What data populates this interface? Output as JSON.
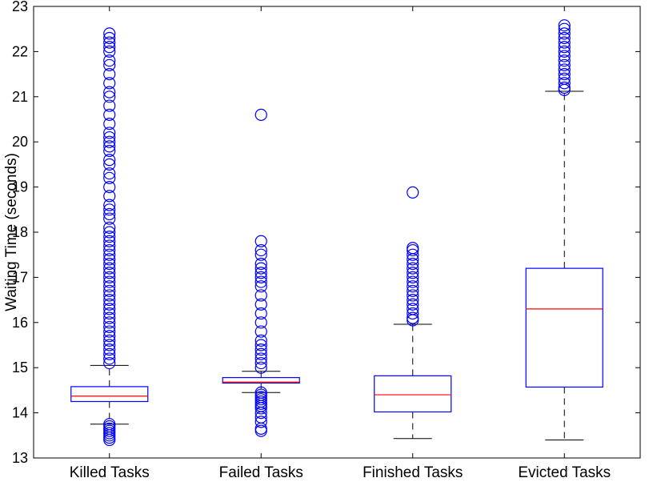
{
  "chart_data": {
    "type": "box",
    "title": "",
    "xlabel": "",
    "ylabel": "Waiting Time (seconds)",
    "ylim": [
      13,
      23
    ],
    "yticks": [
      13,
      14,
      15,
      16,
      17,
      18,
      19,
      20,
      21,
      22,
      23
    ],
    "grid": false,
    "colors": {
      "box": "#0000ff",
      "median": "#ff0000",
      "whisker": "#000000",
      "outlier": "#0000ff"
    },
    "categories": [
      "Killed Tasks",
      "Failed Tasks",
      "Finished Tasks",
      "Evicted Tasks"
    ],
    "boxes": [
      {
        "label": "Killed Tasks",
        "whisker_low": 13.75,
        "q1": 14.25,
        "median": 14.37,
        "q3": 14.58,
        "whisker_high": 15.05,
        "outliers": [
          13.4,
          13.45,
          13.5,
          13.55,
          13.6,
          13.65,
          13.7,
          13.75,
          15.1,
          15.2,
          15.3,
          15.4,
          15.5,
          15.6,
          15.7,
          15.8,
          15.9,
          16.0,
          16.1,
          16.2,
          16.3,
          16.4,
          16.5,
          16.6,
          16.7,
          16.8,
          16.9,
          17.0,
          17.1,
          17.2,
          17.3,
          17.4,
          17.5,
          17.6,
          17.7,
          17.8,
          17.9,
          18.0,
          18.1,
          18.3,
          18.4,
          18.5,
          18.6,
          18.8,
          19.0,
          19.2,
          19.3,
          19.5,
          19.6,
          19.8,
          19.9,
          20.0,
          20.1,
          20.2,
          20.4,
          20.6,
          20.8,
          21.0,
          21.1,
          21.3,
          21.5,
          21.7,
          21.8,
          22.0,
          22.1,
          22.2,
          22.3,
          22.4
        ]
      },
      {
        "label": "Failed Tasks",
        "whisker_low": 14.45,
        "q1": 14.66,
        "median": 14.68,
        "q3": 14.78,
        "whisker_high": 14.92,
        "outliers": [
          13.6,
          13.65,
          13.8,
          13.9,
          14.0,
          14.1,
          14.15,
          14.2,
          14.25,
          14.3,
          14.35,
          14.4,
          14.45,
          15.0,
          15.1,
          15.2,
          15.3,
          15.4,
          15.5,
          15.6,
          15.8,
          16.0,
          16.2,
          16.4,
          16.6,
          16.8,
          16.9,
          17.0,
          17.1,
          17.2,
          17.3,
          17.5,
          17.6,
          17.8,
          20.6
        ]
      },
      {
        "label": "Finished Tasks",
        "whisker_low": 13.43,
        "q1": 14.02,
        "median": 14.4,
        "q3": 14.82,
        "whisker_high": 15.96,
        "outliers": [
          16.05,
          16.1,
          16.2,
          16.3,
          16.4,
          16.5,
          16.6,
          16.7,
          16.8,
          16.9,
          17.0,
          17.1,
          17.2,
          17.3,
          17.4,
          17.5,
          17.6,
          17.65,
          18.88
        ]
      },
      {
        "label": "Evicted Tasks",
        "whisker_low": 13.4,
        "q1": 14.57,
        "median": 16.3,
        "q3": 17.2,
        "whisker_high": 21.12,
        "outliers": [
          21.15,
          21.2,
          21.3,
          21.4,
          21.5,
          21.6,
          21.7,
          21.8,
          21.9,
          22.0,
          22.1,
          22.2,
          22.3,
          22.4,
          22.5,
          22.58
        ]
      }
    ]
  }
}
